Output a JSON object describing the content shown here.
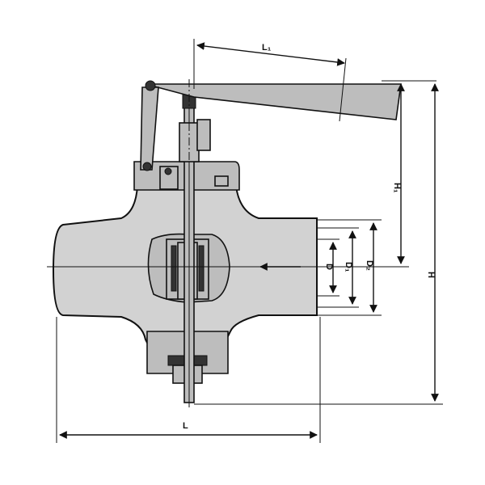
{
  "labels": {
    "L1": "L₁",
    "H1": "H₁",
    "H": "H",
    "D": "D",
    "D1": "D₁",
    "D2": "D₂",
    "L": "L"
  }
}
